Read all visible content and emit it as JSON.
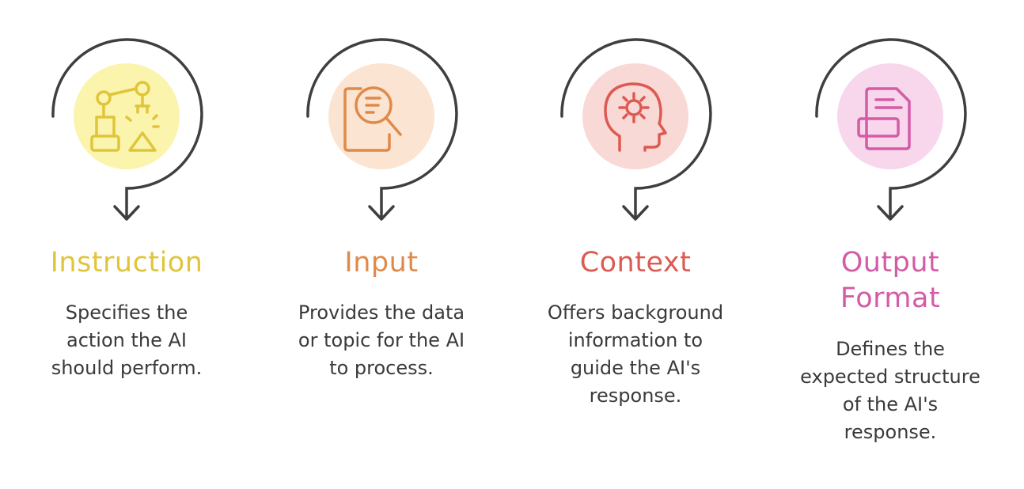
{
  "steps": [
    {
      "title": "Instruction",
      "title_color": "#e0c53a",
      "circle_color": "#fbf4ad",
      "icon": "robotic-arm-icon",
      "desc_lines": [
        "Specifies the",
        "action the AI",
        "should perform."
      ]
    },
    {
      "title": "Input",
      "title_color": "#e08a4a",
      "circle_color": "#fbe5d2",
      "icon": "document-search-icon",
      "desc_lines": [
        "Provides the data",
        "or topic for the AI",
        "to process."
      ]
    },
    {
      "title": "Context",
      "title_color": "#dd5a52",
      "circle_color": "#f9d9d5",
      "icon": "head-gear-icon",
      "desc_lines": [
        "Offers background",
        "information to",
        "guide the AI's",
        "response."
      ]
    },
    {
      "title_lines": [
        "Output",
        "Format"
      ],
      "title_color": "#d45ba6",
      "circle_color": "#f8d6ec",
      "icon": "format-document-icon",
      "desc_lines": [
        "Defines the",
        "expected structure",
        "of the AI's",
        "response."
      ]
    }
  ]
}
